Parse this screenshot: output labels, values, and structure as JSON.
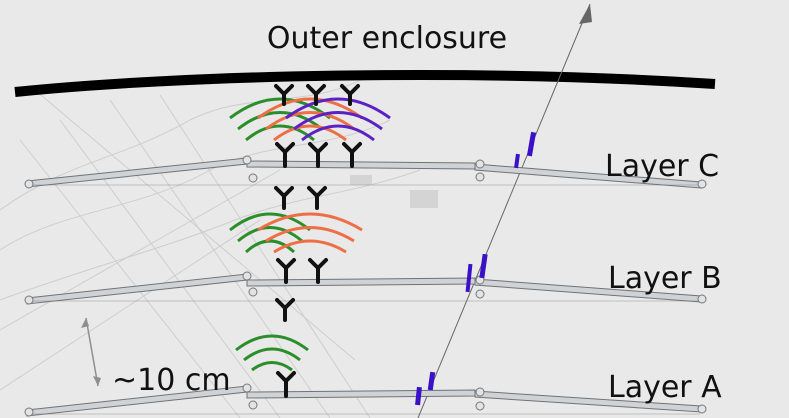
{
  "title": "Outer enclosure",
  "layers": [
    {
      "label": "Layer C"
    },
    {
      "label": "Layer B"
    },
    {
      "label": "Layer A"
    }
  ],
  "spacing_label": "~10 cm",
  "colors": {
    "background": "#e9e9e9",
    "enclosure": "#000000",
    "board_fill": "#cfd3d6",
    "board_edge": "#6f7377",
    "antenna": "#111111",
    "wave_green": "#2a8f2a",
    "wave_orange": "#ee6f45",
    "wave_purple": "#5a22c2",
    "hit_marker": "#3a10c8",
    "track": "#666666"
  },
  "icons": {
    "antenna": "antenna-icon",
    "connector": "connector-circle-icon"
  }
}
